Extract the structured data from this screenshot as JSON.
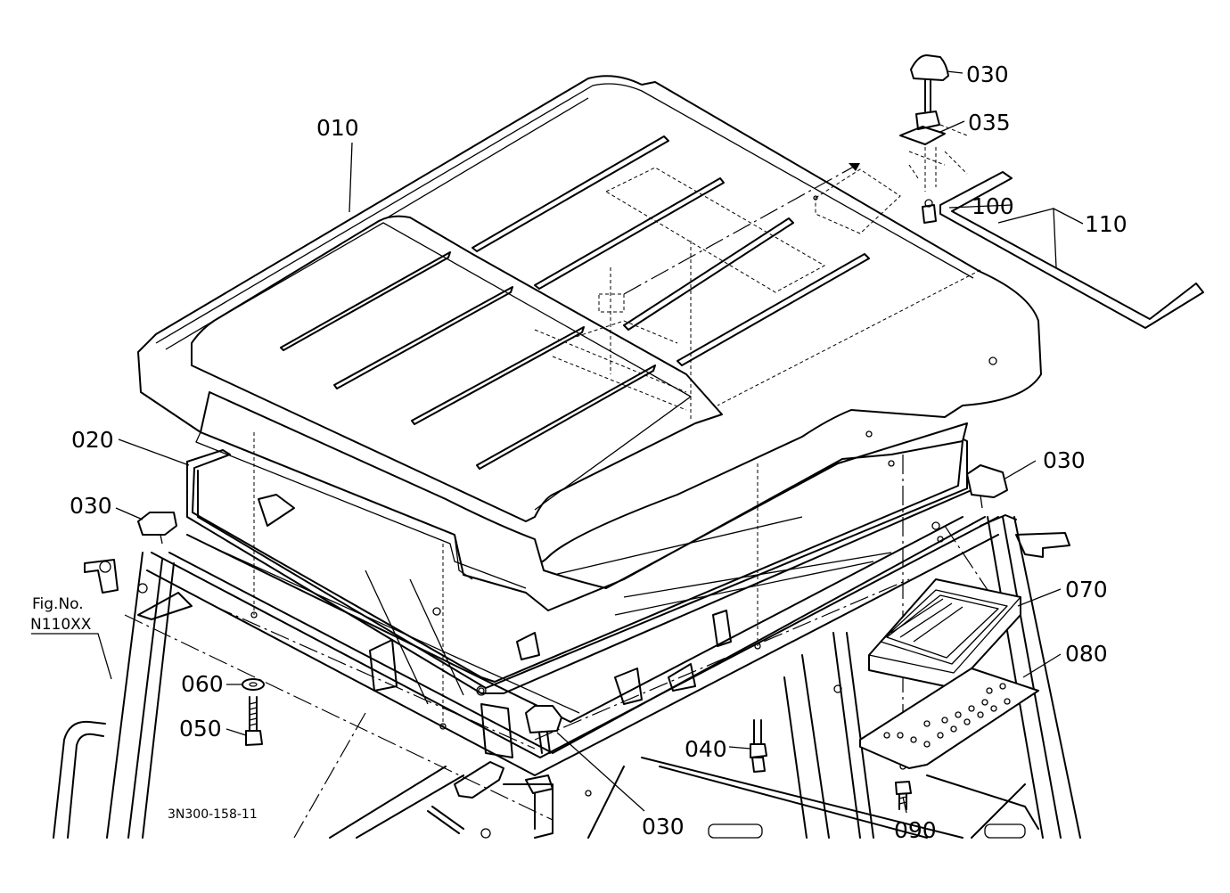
{
  "labels": {
    "p010": "010",
    "p020": "020",
    "p030_top": "030",
    "p030_left": "030",
    "p030_right": "030",
    "p030_bottom": "030",
    "p035": "035",
    "p040": "040",
    "p050": "050",
    "p060": "060",
    "p070": "070",
    "p080": "080",
    "p090": "090",
    "p100": "100",
    "p110": "110"
  },
  "figure_ref": {
    "line1": "Fig.No.",
    "line2": "N110XX"
  },
  "drawing_code": "3N300-158-11"
}
